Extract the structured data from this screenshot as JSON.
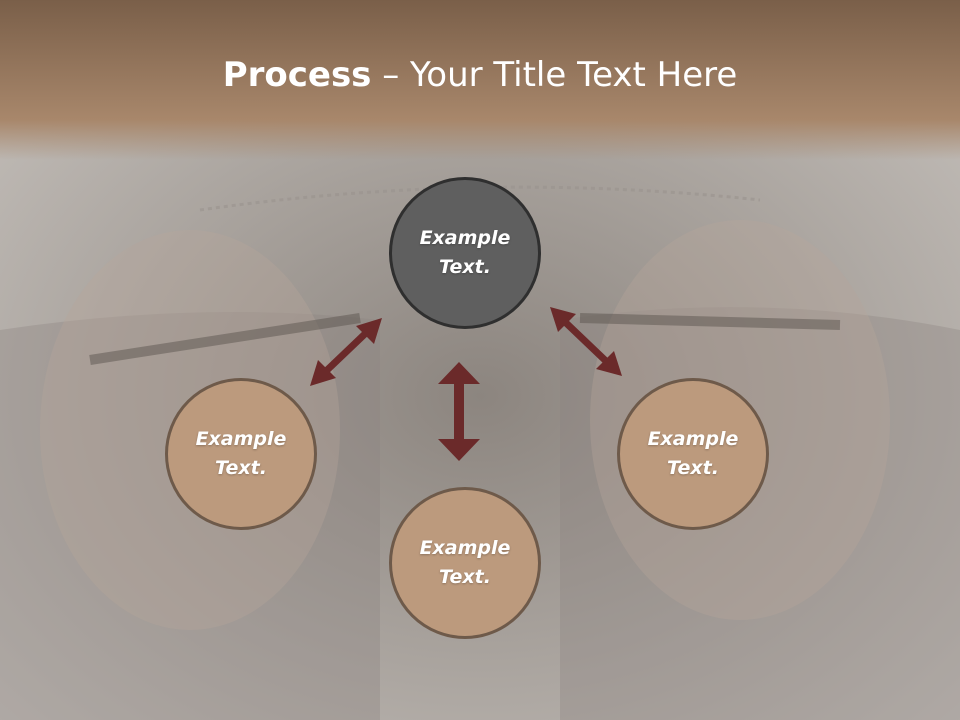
{
  "title": {
    "bold": "Process",
    "rest": " – Your Title Text Here"
  },
  "nodes": [
    {
      "line1": "Example",
      "line2": "Text."
    },
    {
      "line1": "Example",
      "line2": "Text."
    },
    {
      "line1": "Example",
      "line2": "Text."
    },
    {
      "line1": "Example",
      "line2": "Text."
    }
  ],
  "colors": {
    "header_band": "#9e7d60",
    "center_circle": "#5f5f5f",
    "outer_circle": "#bc9a7d",
    "arrow": "#6b2a2a"
  }
}
